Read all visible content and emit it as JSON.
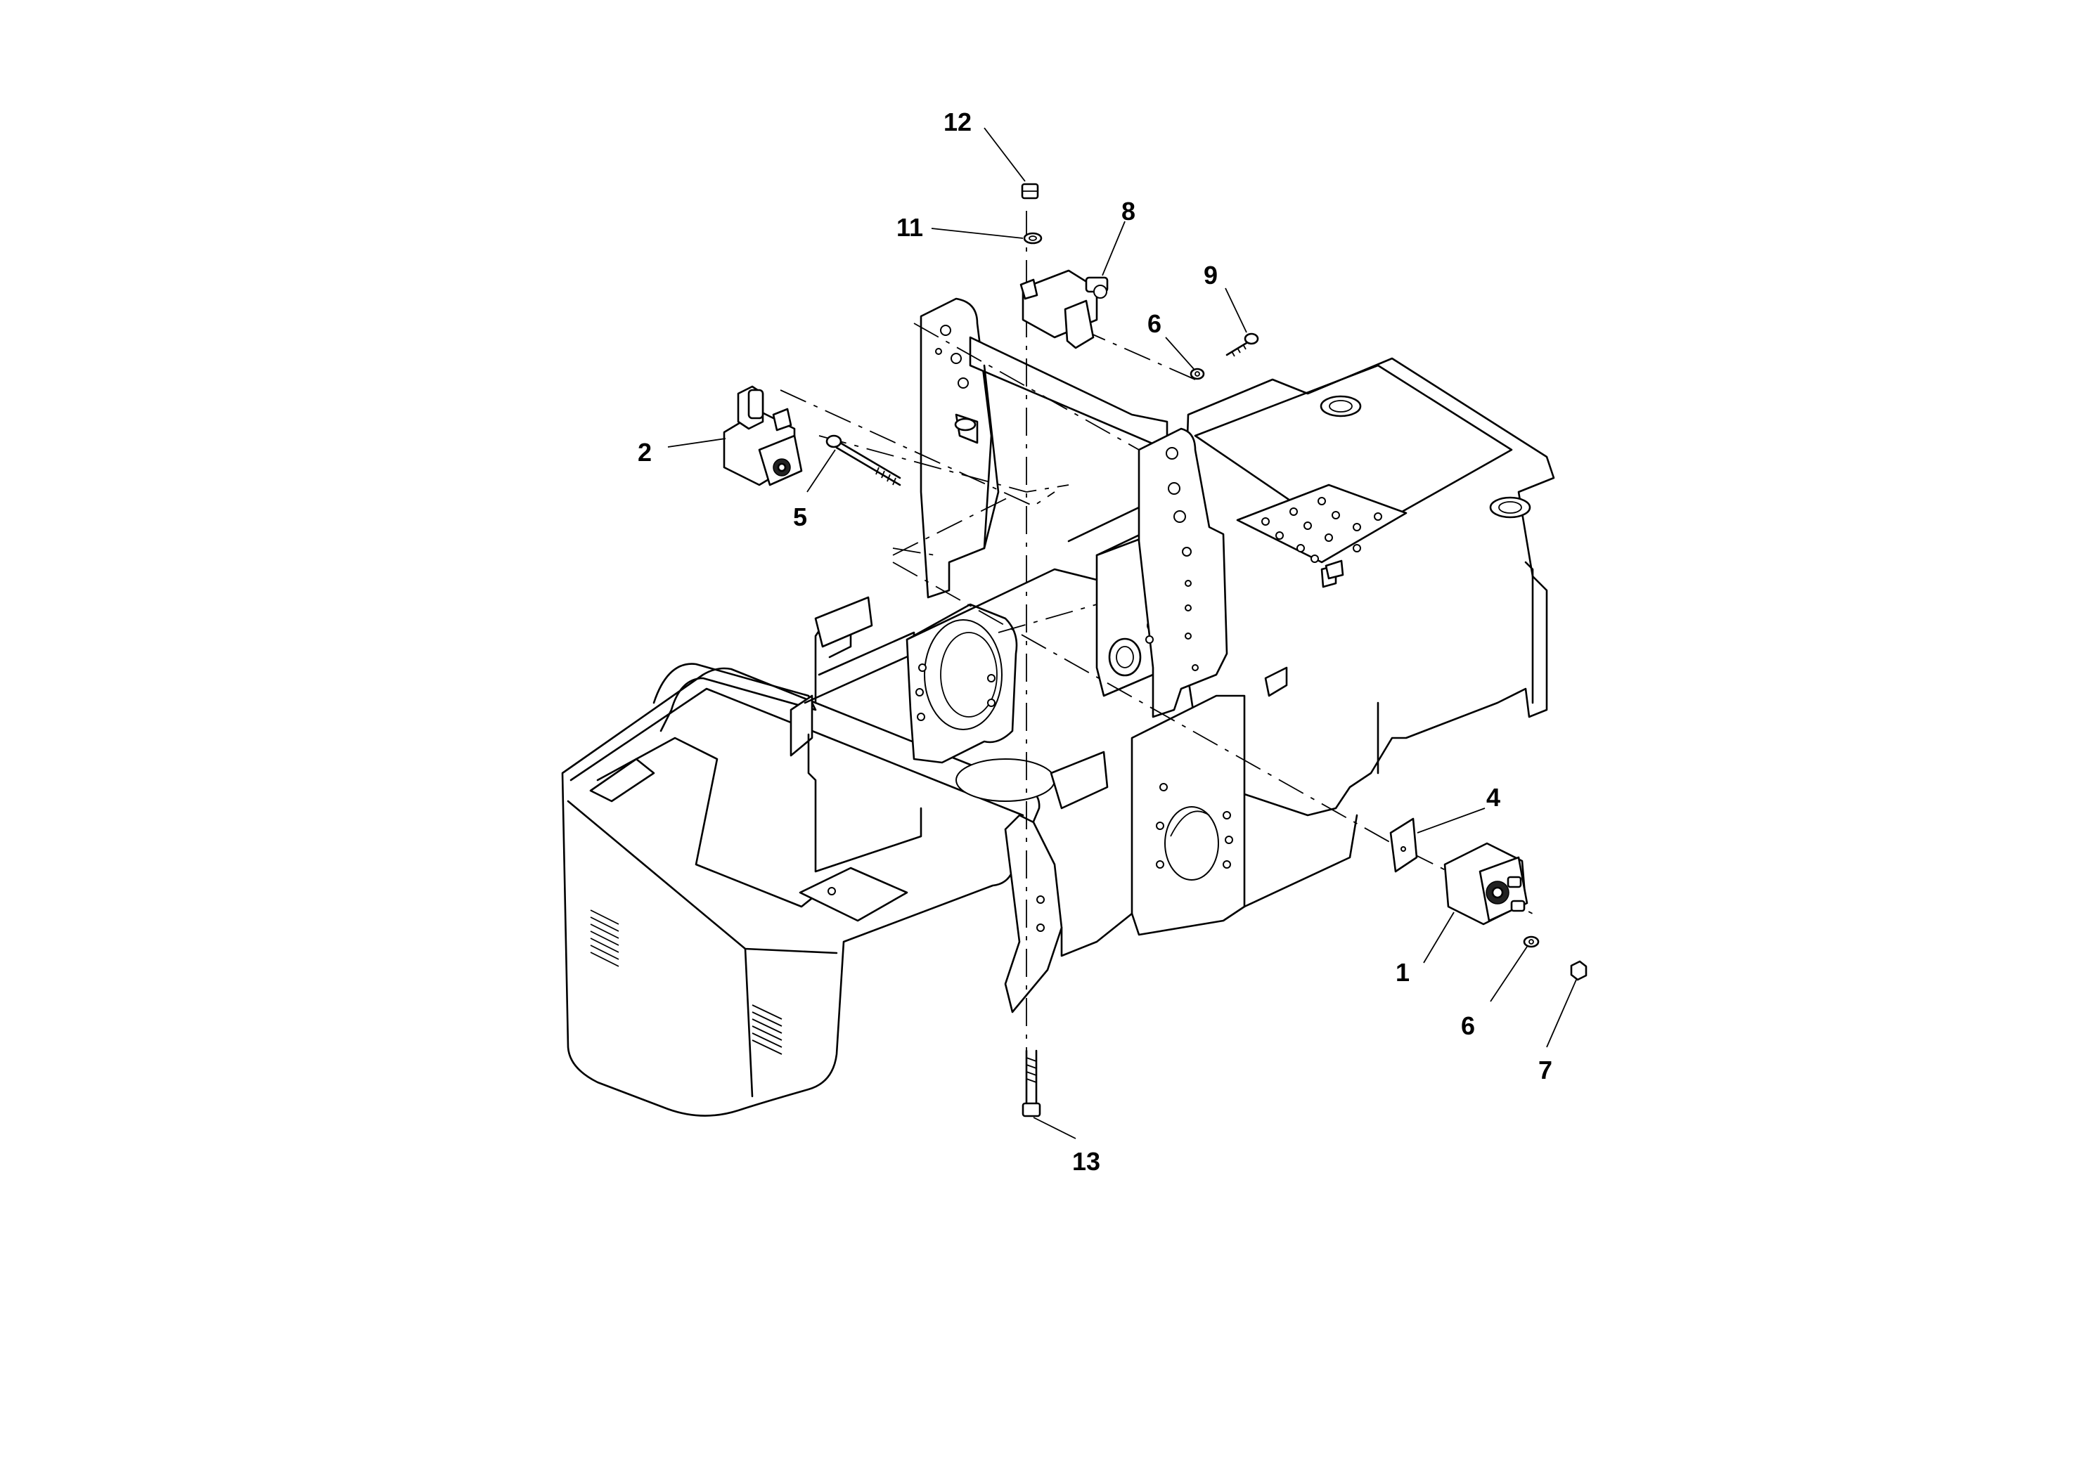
{
  "callouts": [
    {
      "id": "12",
      "label": "12"
    },
    {
      "id": "11",
      "label": "11"
    },
    {
      "id": "8",
      "label": "8"
    },
    {
      "id": "9",
      "label": "9"
    },
    {
      "id": "6a",
      "label": "6"
    },
    {
      "id": "2",
      "label": "2"
    },
    {
      "id": "5",
      "label": "5"
    },
    {
      "id": "4",
      "label": "4"
    },
    {
      "id": "1",
      "label": "1"
    },
    {
      "id": "6b",
      "label": "6"
    },
    {
      "id": "7",
      "label": "7"
    },
    {
      "id": "13",
      "label": "13"
    }
  ]
}
